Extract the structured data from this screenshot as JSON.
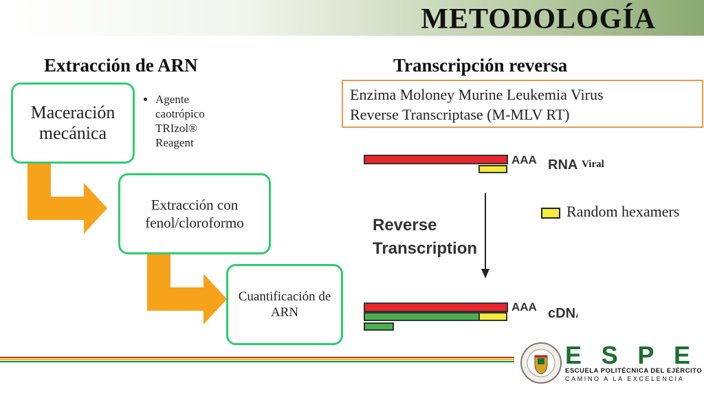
{
  "slide": {
    "title": "METODOLOGÍA"
  },
  "left": {
    "heading": "Extracción de ARN",
    "steps": [
      {
        "label": "Maceración mecánica"
      },
      {
        "label": "Extracción con fenol/cloroformo"
      },
      {
        "label": "Cuantificación de ARN"
      }
    ],
    "bullets": [
      "Agente caotrópico TRIzol® Reagent"
    ]
  },
  "right": {
    "heading": "Transcripción reversa",
    "enzyme": {
      "line1": "Enzima Moloney Murine Leukemia Virus",
      "line2": "Reverse Transcriptase (M-MLV RT)"
    },
    "diagram": {
      "top_tail": "AAA",
      "top_label": "RNA",
      "viral_label": "Viral",
      "process_line1": "Reverse",
      "process_line2": "Transcription",
      "bottom_tail": "AAA",
      "bottom_label": "cDNA",
      "legend_label": "Random hexamers"
    }
  },
  "footer": {
    "logo_letters": [
      "E",
      "S",
      "P",
      "E"
    ],
    "logo_line1": "ESCUELA POLITÉCNICA DEL EJÉRCITO",
    "logo_line2": "CAMINO A LA EXCELENCIA"
  },
  "colors": {
    "step_border": "#2ecc71",
    "arrow": "#f7a21b",
    "rna": "#e8262c",
    "primer": "#f4ec3a",
    "cdna": "#4caf50",
    "brand_green": "#1c6e31"
  },
  "icons": [
    "process-arrow-icon",
    "down-arrow-icon",
    "espe-seal-icon"
  ]
}
